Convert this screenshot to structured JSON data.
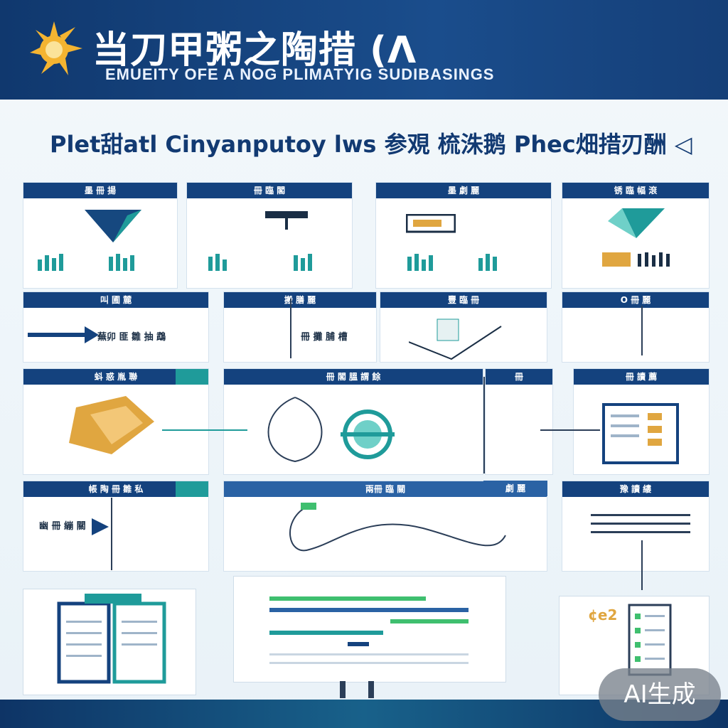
{
  "header": {
    "title": "当刀甲粥之陶措 (Λ",
    "subtitle": "EMUEITY OFE A NOG PLIMATYIG SUDIBASINGS"
  },
  "subheading": "Plet甜atl Cinyanputoy lws 参覌 梳洙鹅 Phec畑措刃酬 ◁",
  "rows": [
    {
      "panels": [
        {
          "label": "墨 冊 揚"
        },
        {
          "label": "冊 臨 閣"
        },
        {
          "label": "墨 劇 麗"
        },
        {
          "label": "锈 臨 幅 滾"
        }
      ]
    },
    {
      "panels": [
        {
          "label": "叫 圃 麓",
          "text": "蕪卯 匪 雛 抽 鵡"
        },
        {
          "label": "搬 膳 麗",
          "text": "冊 攤 脯 槽"
        },
        {
          "label": "豐 臨 冊"
        },
        {
          "label": "O 冊 麗"
        }
      ]
    },
    {
      "panels": [
        {
          "label": "蚪 惑 胤 聯"
        },
        {
          "label": "冊 閣 膃 謂 餘"
        },
        {
          "label": "冊"
        },
        {
          "label": "冊 讀 薦"
        }
      ]
    },
    {
      "panels": [
        {
          "label": "帳 陶 冊 雛 私",
          "text": "幽 冊 繃 關"
        },
        {
          "label": "兩冊 臨 關"
        },
        {
          "label": "劇 麗"
        },
        {
          "label": "豫 讀 縷"
        }
      ]
    }
  ],
  "bottom": {
    "right_label": "¢e2"
  },
  "badge": "AI生成",
  "colors": {
    "navy": "#14427e",
    "teal": "#1f9b9a",
    "green": "#3fbf6f",
    "gold": "#e0a640"
  }
}
